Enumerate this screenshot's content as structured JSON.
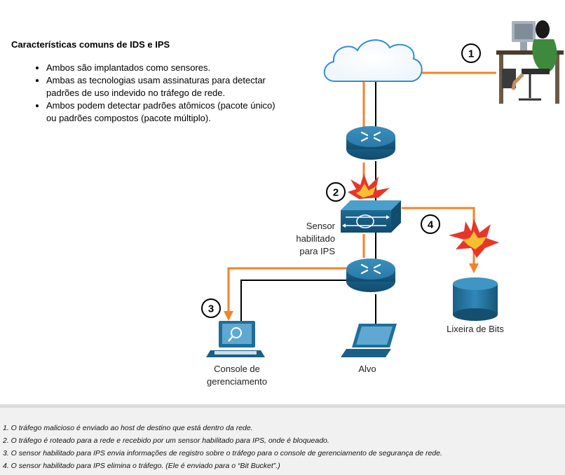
{
  "title": "Características comuns de IDS e IPS",
  "bullets": [
    "Ambos são implantados como sensores.",
    "Ambas as tecnologias usam assinaturas para detectar padrões de uso indevido no tráfego de rede.",
    "Ambos podem detectar padrões atômicos (pacote único) ou padrões compostos (pacote múltiplo)."
  ],
  "diagram": {
    "sensor_label": [
      "Sensor",
      "habilitado",
      "para IPS"
    ],
    "bit_bucket_label": "Lixeira de Bits",
    "console_label": [
      "Console de",
      "gerenciamento"
    ],
    "target_label": "Alvo",
    "step_numbers": [
      "1",
      "2",
      "3",
      "4"
    ],
    "colors": {
      "traffic": "#f5822a",
      "link": "#000000",
      "device": "#1e6f99",
      "alert": "#e8352a"
    }
  },
  "captions": [
    "1. O tráfego malicioso é enviado ao host de destino que está dentro da rede.",
    "2. O tráfego é roteado para a rede e recebido por um sensor habilitado para IPS, onde é bloqueado.",
    "3. O sensor habilitado para IPS envia informações de registro sobre o tráfego para o console de gerenciamento de segurança de rede.",
    "4. O sensor habilitado para IPS elimina o tráfego. (Ele é enviado para o “Bit Bucket”.)"
  ]
}
